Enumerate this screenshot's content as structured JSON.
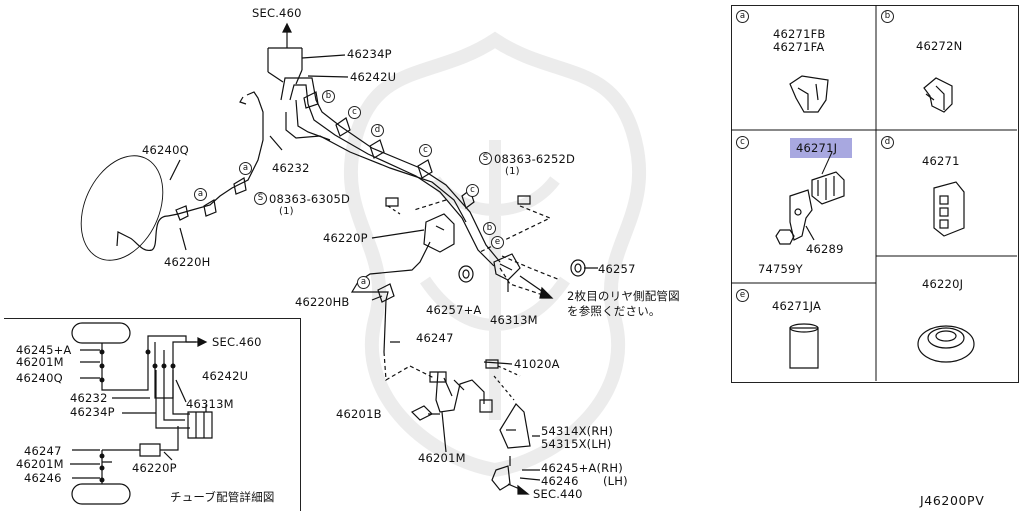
{
  "colors": {
    "line": "#111111",
    "highlight": "#a8a8e0"
  },
  "main": {
    "sec_top": "SEC.460",
    "p46234P": "46234P",
    "p46242U": "46242U",
    "p46240Q": "46240Q",
    "p46232": "46232",
    "screw1_part": "08363-6305D",
    "screw1_qty": "(1)",
    "screw2_part": "08363-6252D",
    "screw2_qty": "(1)",
    "screw_symbol": "S",
    "p46220P": "46220P",
    "p46220H": "46220H",
    "p46257": "46257",
    "p46257A": "46257+A",
    "p46313M": "46313M",
    "note_line1": "2枚目のリヤ側配管図",
    "note_line2": "を参照ください。",
    "p46220HB": "46220HB",
    "p46247": "46247",
    "p41020A": "41020A",
    "p46201B": "46201B",
    "p46201M": "46201M",
    "p54314X": "54314X(RH)",
    "p54315X": "54315X(LH)",
    "p46245A": "46245+A(RH)",
    "p46246": "46246",
    "p46246_side": "(LH)",
    "sec_bottom": "SEC.440",
    "callouts": {
      "a": "a",
      "b": "b",
      "c": "c",
      "d": "d",
      "e": "e"
    }
  },
  "detail": {
    "caption": "チューブ配管詳細図",
    "sec": "SEC.460",
    "p46245A": "46245+A",
    "p46201M": "46201M",
    "p46240Q": "46240Q",
    "p46242U": "46242U",
    "p46232": "46232",
    "p46234P": "46234P",
    "p46313M": "46313M",
    "p46247": "46247",
    "p46201M_b": "46201M",
    "p46220P": "46220P",
    "p46246": "46246"
  },
  "panels": {
    "a": {
      "tag": "a",
      "line1": "46271FB",
      "line2": "46271FA"
    },
    "b": {
      "tag": "b",
      "line1": "46272N"
    },
    "c": {
      "tag": "c",
      "highlight": "46271J",
      "p2": "46289",
      "p3": "74759Y"
    },
    "d": {
      "tag": "d",
      "line1": "46271"
    },
    "e": {
      "tag": "e",
      "line1": "46271JA"
    },
    "f": {
      "line1": "46220J"
    }
  },
  "diagram_code": "J46200PV"
}
